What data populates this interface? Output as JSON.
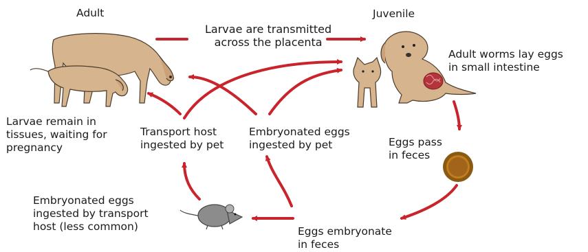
{
  "diagram": {
    "labels": {
      "adult": "Adult",
      "juvenile": "Juvenile",
      "placenta": "Larvae are transmitted\nacross the placenta",
      "adult_worms": "Adult worms lay eggs\nin small intestine",
      "larvae_remain": "Larvae remain in\ntissues, waiting for\npregnancy",
      "transport_host": "Transport host\ningested by pet",
      "embryonated_pet": "Embryonated eggs\ningested by pet",
      "eggs_pass": "Eggs pass\nin feces",
      "embryonated_transport": "Embryonated eggs\ningested by transport\nhost (less common)",
      "eggs_embryonate": "Eggs embryonate\nin feces"
    },
    "colors": {
      "arrow": "#c9242b",
      "animal_fur": "#d6b48e",
      "animal_outline": "#4a3a2a",
      "egg_outer": "#8a5a12",
      "egg_inner": "#c07d1c",
      "mouse": "#8c8c8c"
    },
    "icons": [
      "adult-dog-icon",
      "puppy-icon",
      "juvenile-puppy-icon",
      "kitten-icon",
      "egg-icon",
      "mouse-icon",
      "worms-icon"
    ]
  }
}
